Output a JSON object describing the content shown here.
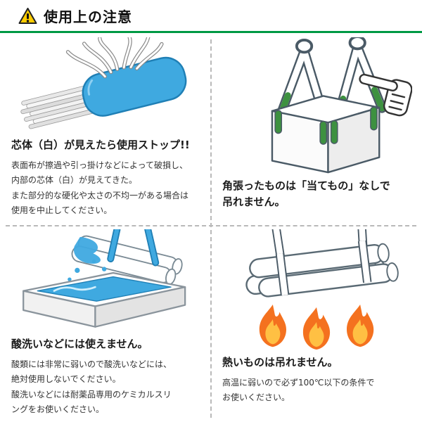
{
  "header": {
    "title": "使用上の注意",
    "icon": "warning-triangle-icon"
  },
  "colors": {
    "accent_green": "#009944",
    "sling_blue": "#3FA9E0",
    "sling_blue_dark": "#1f7fb5",
    "strap_green": "#3d9140",
    "flame_orange": "#F4711F",
    "flame_inner_yellow": "#FFC043",
    "warning_yellow": "#FFCC00"
  },
  "sections": {
    "frayed_core": {
      "illustration": "frayed-sling-illustration",
      "title": "芯体（白）が見えたら使用ストップ!!",
      "body": "表面布が擦過や引っ掛けなどによって破損し、\n内部の芯体（白）が見えてきた。\nまた部分的な硬化や太さの不均一がある場合は\n使用を中止してください。"
    },
    "sharp_edges": {
      "illustration": "box-sling-pointing-hand-illustration",
      "title": "角張ったものは「当てもの」なしで\n吊れません。"
    },
    "acid": {
      "illustration": "acid-bath-illustration",
      "title": "酸洗いなどには使えません。",
      "body": "酸類には非常に弱いので酸洗いなどには、\n絶対使用しないでください。\n酸洗いなどには耐薬品専用のケミカルスリ\nングをお使いください。"
    },
    "heat": {
      "illustration": "hot-load-flames-illustration",
      "title": "熱いものは吊れません。",
      "body": "高温に弱いので必ず100℃以下の条件で\nお使いください。"
    }
  }
}
